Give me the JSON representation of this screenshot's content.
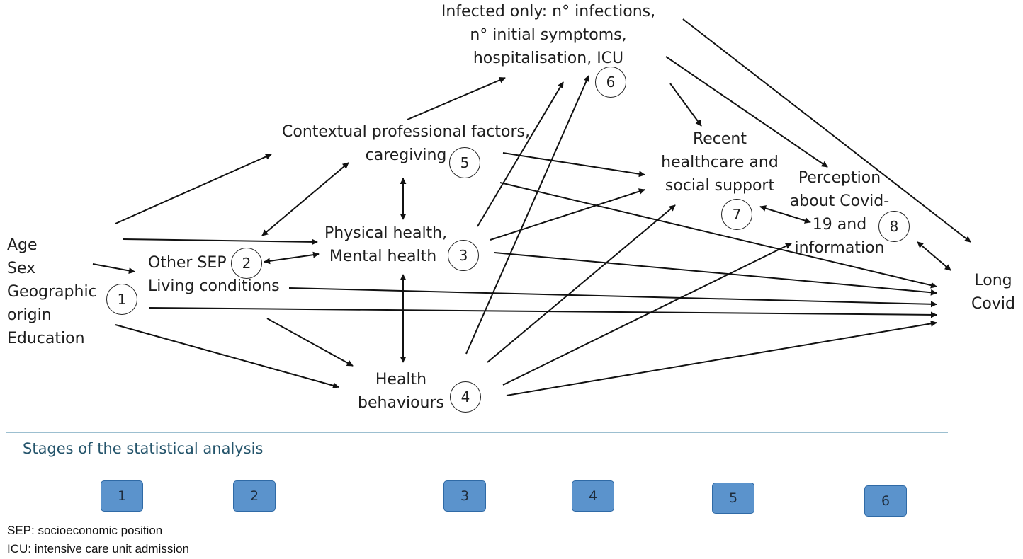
{
  "nodes": {
    "n1": {
      "lines": [
        "Age",
        "Sex",
        "Geographic",
        "origin",
        "Education"
      ],
      "number": "1"
    },
    "n2": {
      "lines": [
        "Other SEP",
        "Living conditions"
      ],
      "number": "2"
    },
    "n3": {
      "lines": [
        "Physical health,",
        "Mental health"
      ],
      "number": "3"
    },
    "n4": {
      "lines": [
        "Health",
        "behaviours"
      ],
      "number": "4"
    },
    "n5": {
      "lines": [
        "Contextual professional factors,",
        "caregiving"
      ],
      "number": "5"
    },
    "n6": {
      "lines": [
        "Infected only: n° infections,",
        "n° initial symptoms,",
        "hospitalisation, ICU"
      ],
      "number": "6"
    },
    "n7": {
      "lines": [
        "Recent",
        "healthcare and",
        "social support"
      ],
      "number": "7"
    },
    "n8": {
      "lines": [
        "Perception",
        "about Covid-",
        "19 and",
        "information"
      ],
      "number": "8"
    },
    "outcome": {
      "lines": [
        "Long",
        "Covid"
      ]
    }
  },
  "stages": {
    "title": "Stages of the statistical analysis",
    "boxes": [
      "1",
      "2",
      "3",
      "4",
      "5",
      "6"
    ]
  },
  "notes": [
    "SEP: socioeconomic position",
    "ICU: intensive care unit admission"
  ],
  "colors": {
    "stage_fill": "#5b93cc",
    "stage_border": "#2f6aa6",
    "divider": "#9cbfd0",
    "stage_title": "#24546b"
  }
}
